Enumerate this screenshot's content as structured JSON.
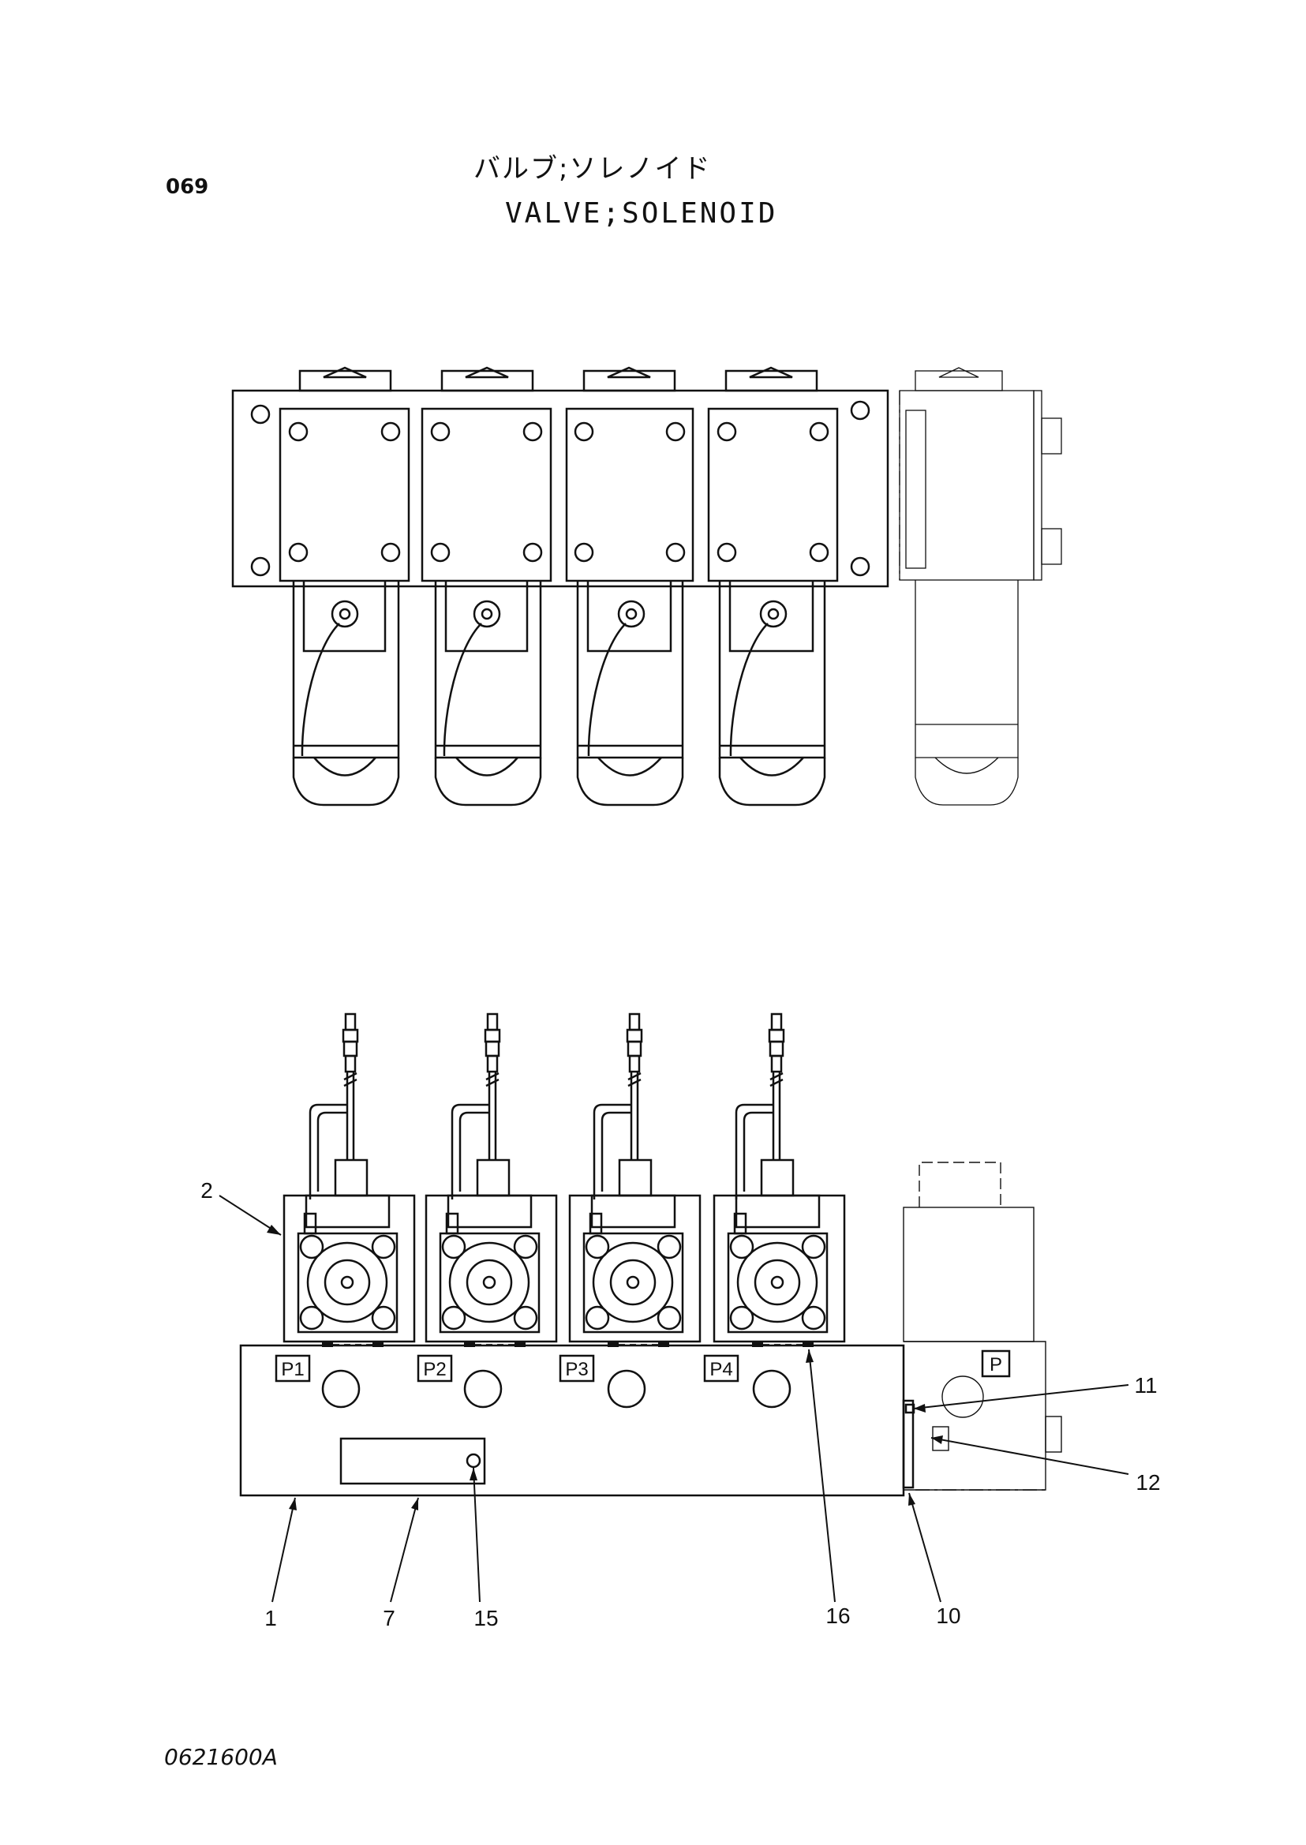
{
  "header": {
    "page_number": "069",
    "title_jp": "バルブ;ソレノイド",
    "title_en": "VALVE;SOLENOID"
  },
  "footer": {
    "drawing_code": "0621600A"
  },
  "ports": [
    "P1",
    "P2",
    "P3",
    "P4",
    "P"
  ],
  "callouts": [
    "2",
    "11",
    "12",
    "1",
    "7",
    "15",
    "16",
    "10"
  ]
}
